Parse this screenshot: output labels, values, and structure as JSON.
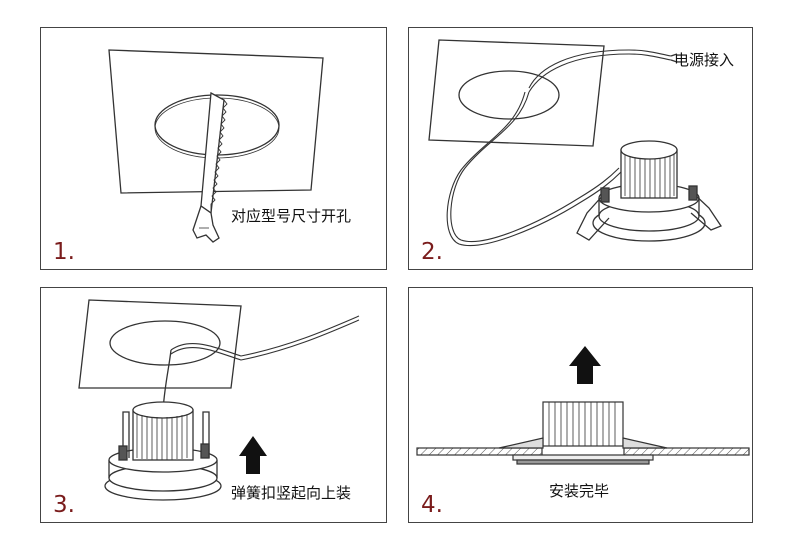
{
  "steps": [
    {
      "number": "1.",
      "caption": "对应型号尺寸开孔"
    },
    {
      "number": "2.",
      "caption": "电源接入"
    },
    {
      "number": "3.",
      "caption": "弹簧扣竖起向上装"
    },
    {
      "number": "4.",
      "caption": "安装完毕"
    }
  ],
  "colors": {
    "line": "#333333",
    "step_number": "#7a1c1c",
    "arrow": "#111111"
  }
}
